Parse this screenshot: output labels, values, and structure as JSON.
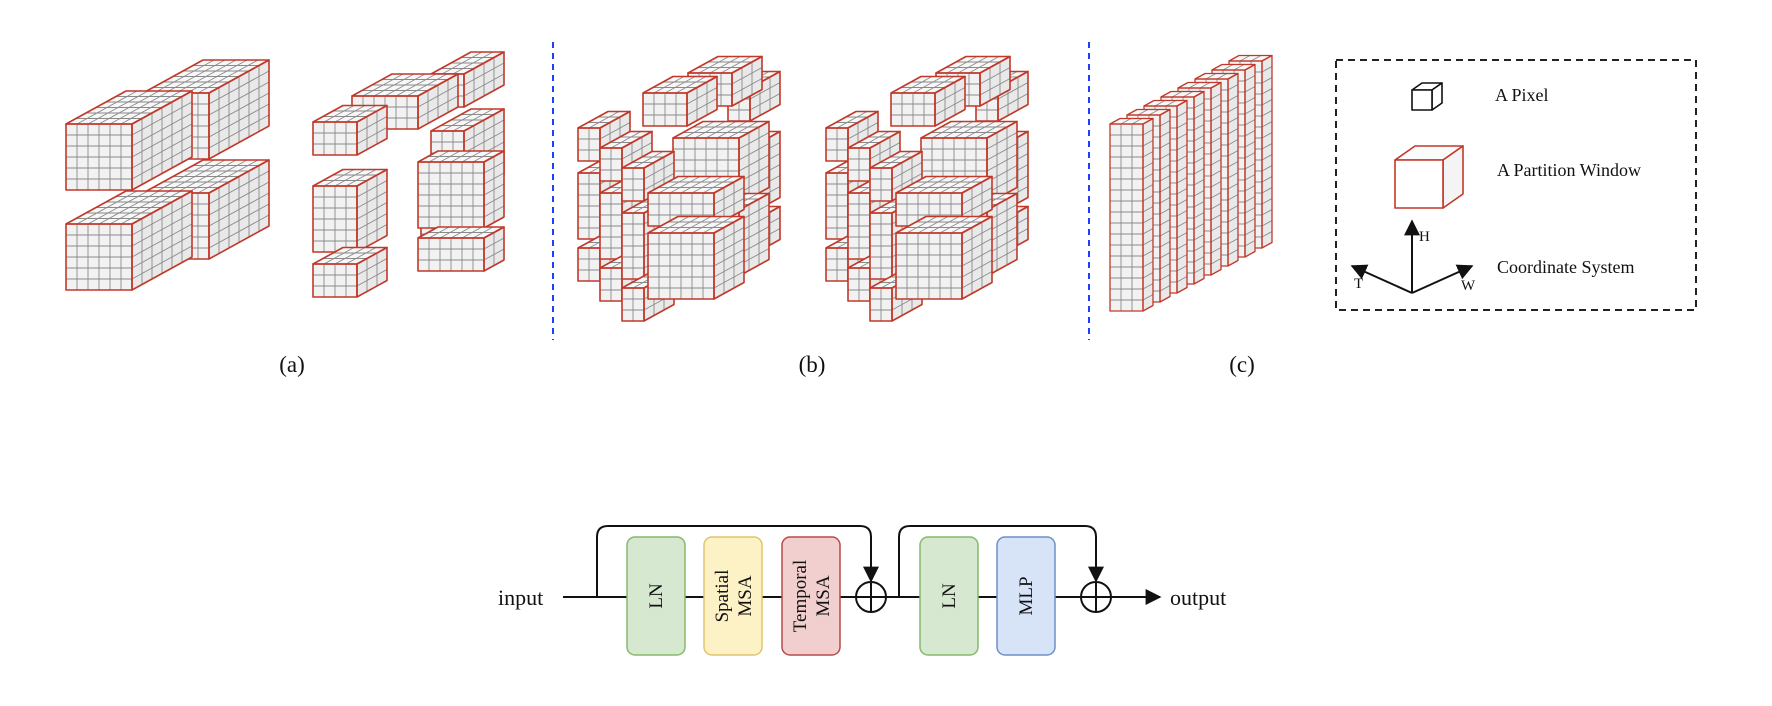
{
  "figure_top": {
    "panels": [
      {
        "id": "a",
        "caption": "(a)"
      },
      {
        "id": "b",
        "caption": "(b)"
      },
      {
        "id": "c",
        "caption": "(c)"
      }
    ],
    "legend": {
      "pixel": "A Pixel",
      "window": "A Partition Window",
      "coord": "Coordinate System",
      "axes": {
        "h": "H",
        "t": "T",
        "w": "W"
      }
    },
    "colors": {
      "window_edge": "#c0392b",
      "separator": "#1f3fff",
      "cube_face": "#f2f2f2",
      "grid": "#8a8a8a"
    }
  },
  "block_diagram": {
    "input": "input",
    "output": "output",
    "blocks": [
      {
        "key": "ln1",
        "lines": [
          "LN"
        ],
        "fill": "#d6e8cf",
        "stroke": "#86b86e"
      },
      {
        "key": "smsa",
        "lines": [
          "Spatial",
          "MSA"
        ],
        "fill": "#fdf1c6",
        "stroke": "#e0c66b"
      },
      {
        "key": "tmsa",
        "lines": [
          "Temporal",
          "MSA"
        ],
        "fill": "#f2cfcf",
        "stroke": "#b84a4a"
      },
      {
        "key": "ln2",
        "lines": [
          "LN"
        ],
        "fill": "#d6e8cf",
        "stroke": "#86b86e"
      },
      {
        "key": "mlp",
        "lines": [
          "MLP"
        ],
        "fill": "#d7e4f8",
        "stroke": "#6f8fc6"
      }
    ]
  }
}
